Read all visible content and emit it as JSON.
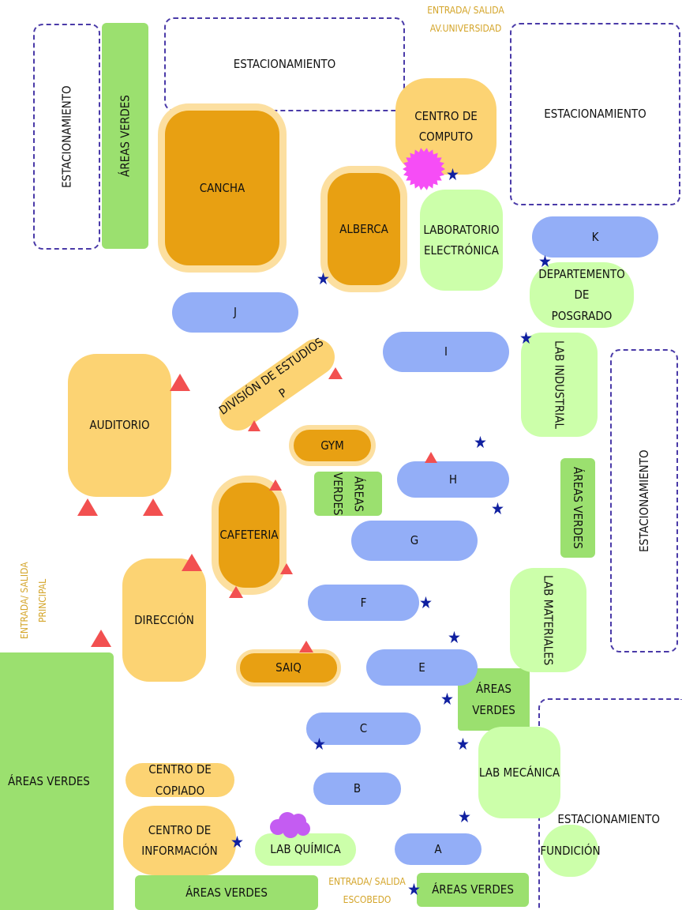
{
  "entrances": {
    "north": "ENTRADA/ SALIDA\nAV.UNIVERSIDAD",
    "main": "ENTRADA/ SALIDA\nPRINCIPAL",
    "south": "ENTRADA/ SALIDA\nESCOBEDO"
  },
  "parking": {
    "left": "ESTACIONAMIENTO",
    "top": "ESTACIONAMIENTO",
    "top_right": "ESTACIONAMIENTO",
    "right": "ESTACIONAMIENTO",
    "bottom_right": "ESTACIONAMIENTO"
  },
  "green_areas": {
    "top_left": "ÁREAS VERDES",
    "center": "ÁREAS\nVERDES",
    "right": "ÁREAS VERDES",
    "mid_right": "ÁREAS\nVERDES",
    "bottom_left": "ÁREAS VERDES",
    "bottom": "ÁREAS VERDES",
    "bottom_right": "ÁREAS VERDES"
  },
  "buildings": {
    "cancha": "CANCHA",
    "centro_computo": "CENTRO DE\nCOMPUTO",
    "alberca": "ALBERCA",
    "lab_electronica": "LABORATORIO\nELECTRÓNICA",
    "k": "K",
    "posgrado": "DEPARTEMENTO DE\nPOSGRADO",
    "j": "J",
    "i": "I",
    "lab_industrial": "LAB INDUSTRIAL",
    "division": "DIVISIÓN DE ESTUDIOS P",
    "auditorio": "AUDITORIO",
    "gym": "GYM",
    "h": "H",
    "cafeteria": "CAFETERIA",
    "g": "G",
    "lab_materiales": "LAB MATERIALES",
    "direccion": "DIRECCIÓN",
    "f": "F",
    "saiq": "SAIQ",
    "e": "E",
    "c": "C",
    "lab_mecanica": "LAB MECÁNICA",
    "centro_copiado": "CENTRO DE COPIADO",
    "b": "B",
    "centro_informacion": "CENTRO DE\nINFORMACIÓN",
    "lab_quimica": "LAB QUÍMICA",
    "a": "A",
    "fundicion": "FUNDICIÓN"
  },
  "colors": {
    "parking_border": "#4a3aa8",
    "green_area": "#9be06f",
    "light_green": "#ccffaa",
    "blue_building": "#93aef7",
    "orange_building": "#e8a012",
    "light_orange": "#fcd373",
    "star_marker": "#1020a0",
    "triangle_marker": "#f25050",
    "entrance_text": "#d4a52a"
  },
  "icons": {
    "star": "star-marker-icon",
    "triangle": "triangle-marker-icon",
    "burst": "pink-burst-icon",
    "cloud": "purple-cloud-icon"
  }
}
